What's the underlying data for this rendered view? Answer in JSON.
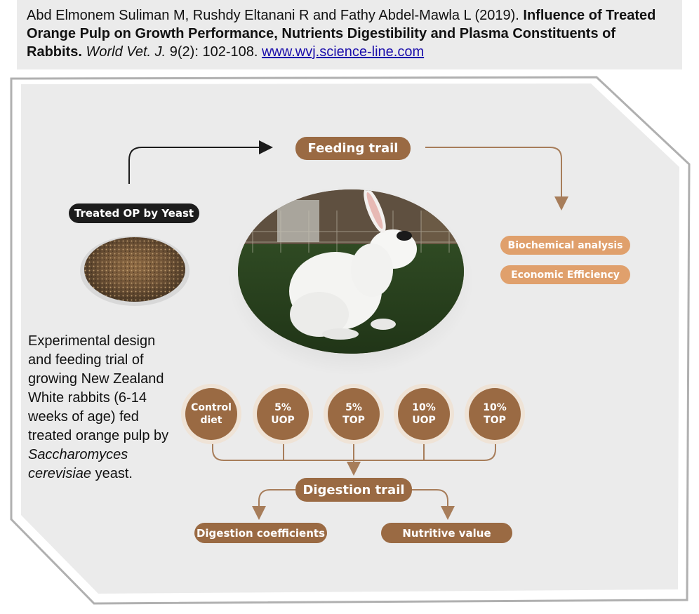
{
  "citation": {
    "authors_year": "Abd Elmonem Suliman M, Rushdy Eltanani R and Fathy Abdel-Mawla L (2019).",
    "title": "Influence of Treated Orange Pulp on Growth Performance, Nutrients Digestibility and Plasma Constituents of Rabbits.",
    "journal": "World Vet. J.",
    "volume_pages": "9(2): 102-108.",
    "url": "www.wvj.science-line.com"
  },
  "diagram": {
    "feeding_trail": "Feeding trail",
    "treated_op": "Treated OP by Yeast",
    "outcomes": [
      "Biochemical analysis",
      "Economic Efficiency"
    ],
    "groups": [
      {
        "line1": "Control",
        "line2": "diet"
      },
      {
        "line1": "5%",
        "line2": "UOP"
      },
      {
        "line1": "5%",
        "line2": "TOP"
      },
      {
        "line1": "10%",
        "line2": "UOP"
      },
      {
        "line1": "10%",
        "line2": "TOP"
      }
    ],
    "digestion_trail": "Digestion trail",
    "digestion_outcomes": [
      "Digestion coefficients",
      "Nutritive value"
    ]
  },
  "caption": {
    "text": "Experimental design and feeding trial of growing  New Zealand White rabbits (6-14 weeks of age)  fed treated orange pulp by",
    "species": "Saccharomyces cerevisiae",
    "suffix": " yeast."
  },
  "colors": {
    "brown": "#9a6a43",
    "peach": "#e0a06c",
    "dark": "#1c1c1c",
    "panel_bg": "#ebebeb",
    "arrow_brown": "#a77d5a"
  },
  "images": {
    "rabbit_photo": "white-rabbit-in-enclosure",
    "pulp_pile": "treated-orange-pulp-pile"
  }
}
